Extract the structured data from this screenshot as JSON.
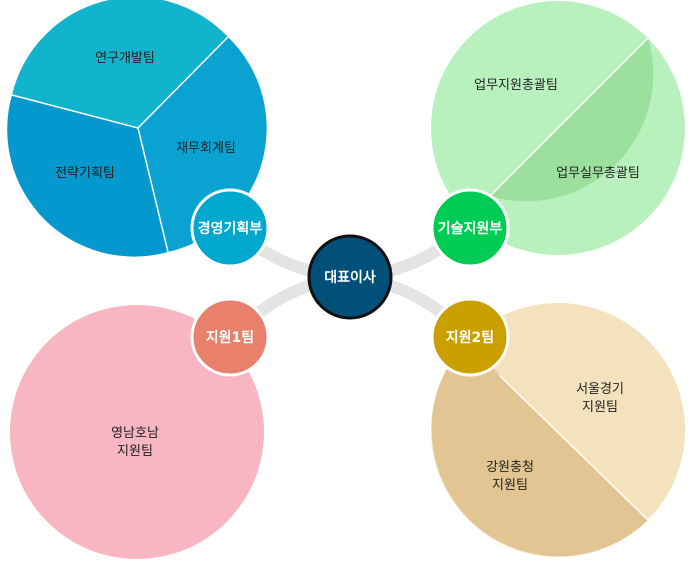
{
  "ceo": {
    "label": "대표이사",
    "color": "#00507a"
  },
  "divisions": [
    {
      "label": "경영기획부",
      "color": "#00a8cf",
      "teams": [
        {
          "label": "연구개발팀",
          "color": "#12b3cc"
        },
        {
          "label": "전략기획팀",
          "color": "#0498cf"
        },
        {
          "label": "재무회계팀",
          "color": "#0aa3d1"
        }
      ]
    },
    {
      "label": "기술지원부",
      "color": "#00cc55",
      "teams": [
        {
          "label": "업무지원총괄팀",
          "color": "#b9f1be"
        },
        {
          "label": "업무실무총괄팀",
          "color": "#9be19d"
        }
      ]
    },
    {
      "label": "지원1팀",
      "color": "#e8806b",
      "teams": [
        {
          "label_line1": "영남호남",
          "label_line2": "지원팀",
          "color": "#f8b5c2"
        }
      ]
    },
    {
      "label": "지원2팀",
      "color": "#c9a000",
      "teams": [
        {
          "label_line1": "서울경기",
          "label_line2": "지원팀",
          "color": "#f3e2bd"
        },
        {
          "label_line1": "강원충청",
          "label_line2": "지원팀",
          "color": "#e3c593"
        }
      ]
    }
  ]
}
